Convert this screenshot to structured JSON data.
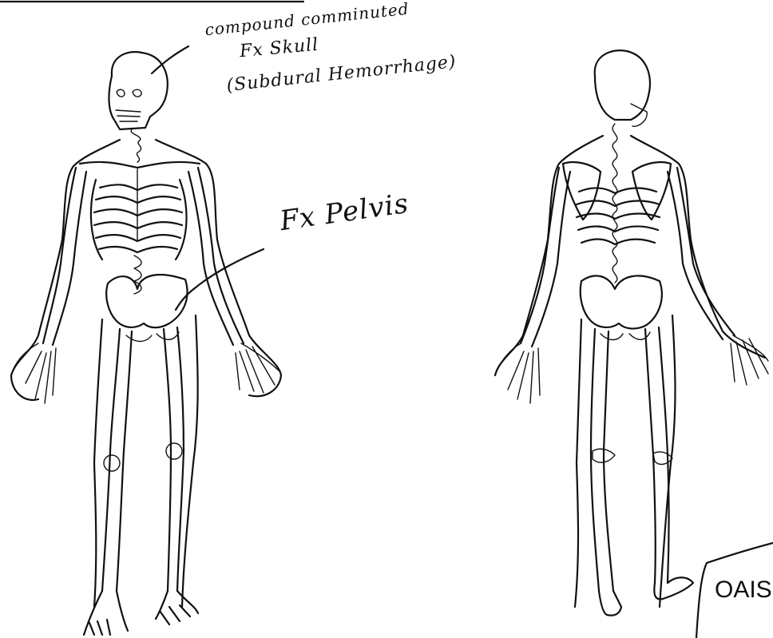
{
  "annotations": {
    "skull_line1": "compound comminuted",
    "skull_line2": "Fx Skull",
    "skull_line3": "(Subdural Hemorrhage)",
    "pelvis": "Fx Pelvis"
  },
  "stamp_text": "OAIS",
  "views": [
    "anterior skeleton",
    "posterior skeleton"
  ],
  "colors": {
    "ink": "#111111",
    "paper": "#ffffff"
  }
}
